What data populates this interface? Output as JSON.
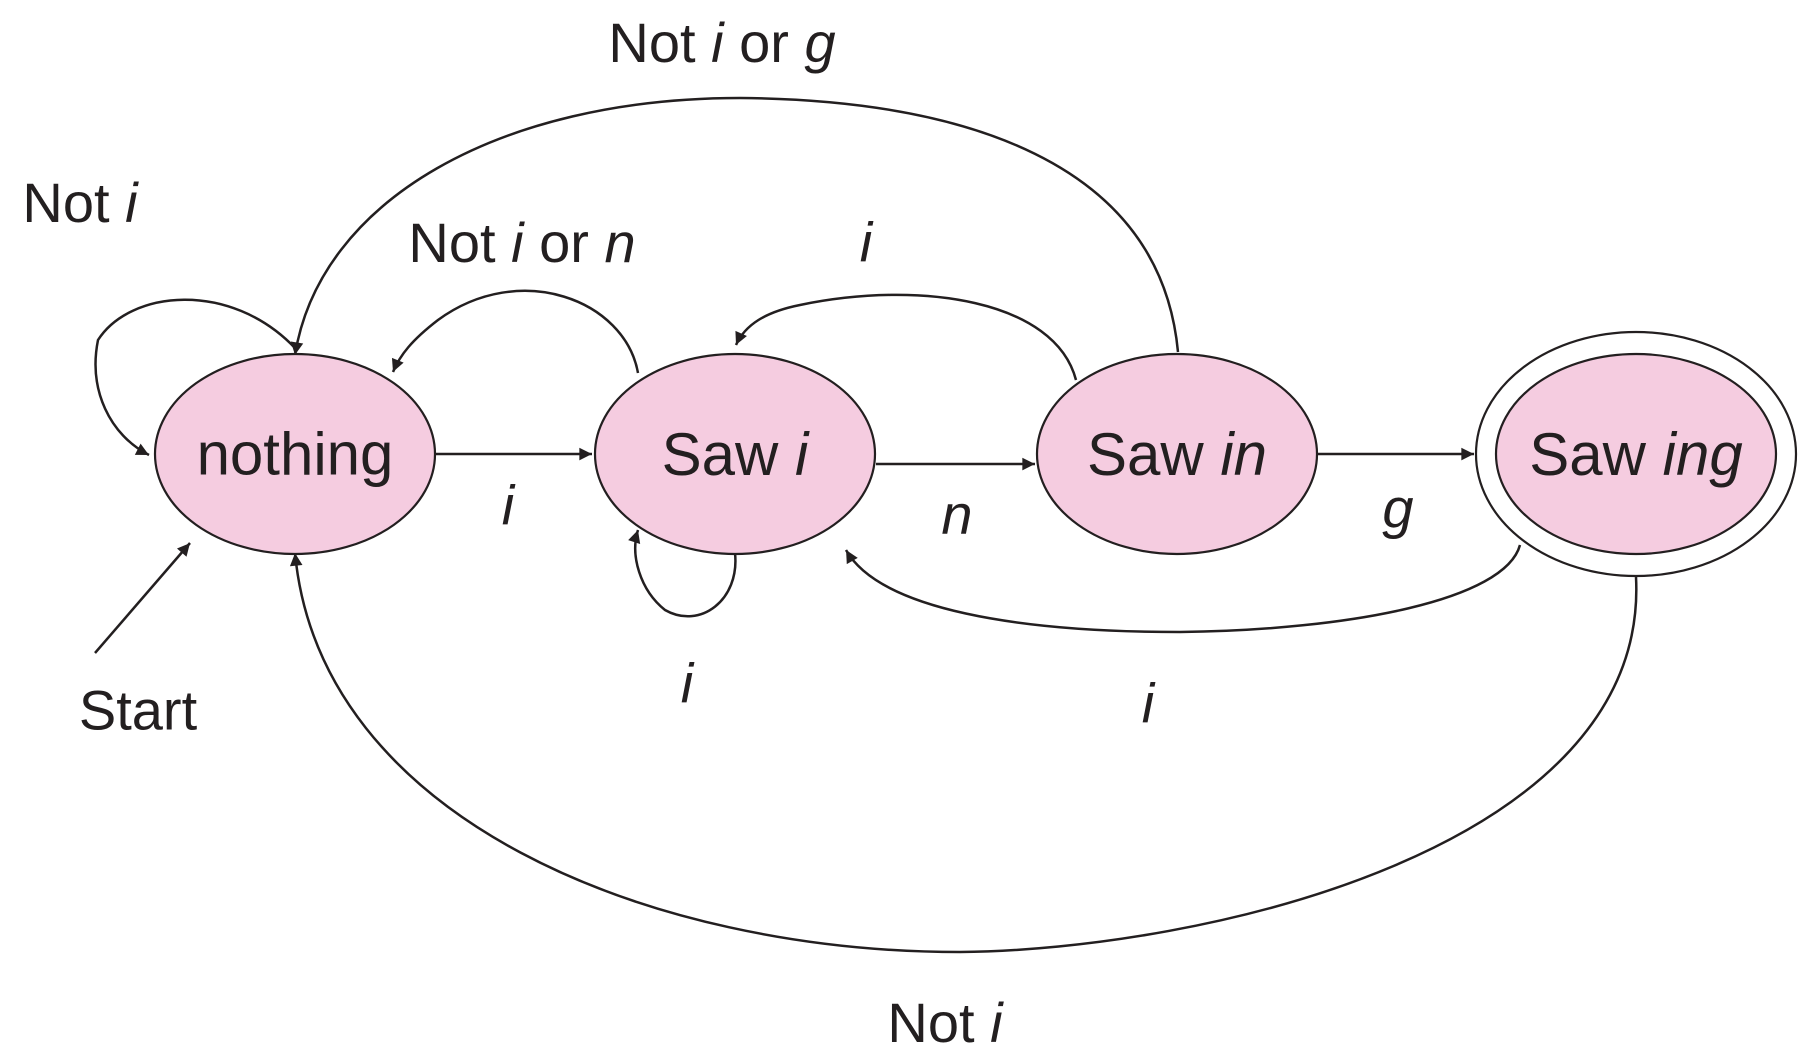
{
  "colors": {
    "state_fill": "#f5cce0",
    "stroke": "#231f20",
    "background": "#ffffff"
  },
  "states": [
    {
      "id": "nothing",
      "text": "nothing",
      "accepting": false
    },
    {
      "id": "saw_i",
      "prefix": "Saw ",
      "suffix": "i",
      "accepting": false
    },
    {
      "id": "saw_in",
      "prefix": "Saw ",
      "suffix": "in",
      "accepting": false
    },
    {
      "id": "saw_ing",
      "prefix": "Saw ",
      "suffix": "ing",
      "accepting": true
    }
  ],
  "start_label": "Start",
  "transitions": [
    {
      "from": "nothing",
      "to": "nothing",
      "not_word": "Not ",
      "sym": "i"
    },
    {
      "from": "nothing",
      "to": "saw_i",
      "sym": "i"
    },
    {
      "from": "saw_i",
      "to": "saw_i",
      "sym": "i"
    },
    {
      "from": "saw_i",
      "to": "nothing",
      "not_word": "Not ",
      "sym1": "i",
      "or_word": " or ",
      "sym2": "n"
    },
    {
      "from": "saw_i",
      "to": "saw_in",
      "sym": "n"
    },
    {
      "from": "saw_in",
      "to": "saw_i",
      "sym": "i"
    },
    {
      "from": "saw_in",
      "to": "nothing",
      "not_word": "Not ",
      "sym1": "i",
      "or_word": " or ",
      "sym2": "g"
    },
    {
      "from": "saw_in",
      "to": "saw_ing",
      "sym": "g"
    },
    {
      "from": "saw_ing",
      "to": "saw_i",
      "sym": "i"
    },
    {
      "from": "saw_ing",
      "to": "nothing",
      "not_word": "Not ",
      "sym": "i"
    }
  ]
}
